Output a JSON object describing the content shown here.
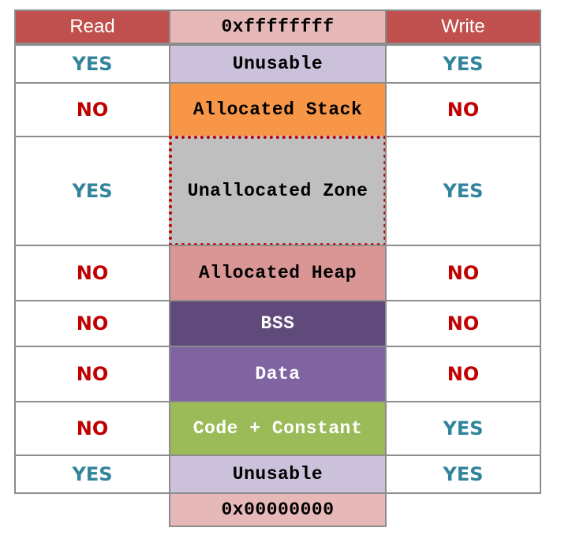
{
  "header": {
    "read_label": "Read",
    "top_address": "0xffffffff",
    "write_label": "Write"
  },
  "footer": {
    "bottom_address": "0x00000000"
  },
  "colors": {
    "header_red": "#c0504d",
    "address_pink": "#e6b9b8",
    "unusable_lavender": "#ccc1da",
    "stack_orange": "#f79646",
    "unallocated_gray": "#bfbfbf",
    "heap_rose": "#d99694",
    "bss_purple": "#604a7b",
    "data_purple": "#8064a2",
    "code_green": "#9bbb59",
    "yes_teal": "#31849b",
    "no_red": "#c00000"
  },
  "rows": [
    {
      "read": "YES",
      "segment": "Unusable",
      "write": "YES"
    },
    {
      "read": "NO",
      "segment": "Allocated Stack",
      "write": "NO"
    },
    {
      "read": "YES",
      "segment": "Unallocated Zone",
      "write": "YES"
    },
    {
      "read": "NO",
      "segment": "Allocated Heap",
      "write": "NO"
    },
    {
      "read": "NO",
      "segment": "BSS",
      "write": "NO"
    },
    {
      "read": "NO",
      "segment": "Data",
      "write": "NO"
    },
    {
      "read": "NO",
      "segment": "Code + Constant",
      "write": "YES"
    },
    {
      "read": "YES",
      "segment": "Unusable",
      "write": "YES"
    }
  ]
}
